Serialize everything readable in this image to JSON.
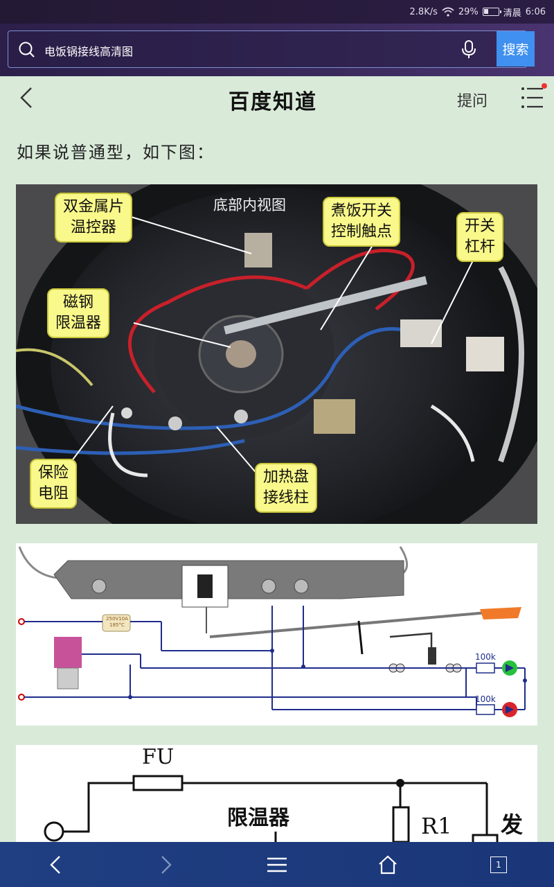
{
  "status": {
    "speed": "2.8K/s",
    "battery": "29%",
    "battery_level": 0.29,
    "time_label": "清晨",
    "time": "6:06"
  },
  "search": {
    "query": "电饭锅接线高清图",
    "button": "搜索"
  },
  "nav": {
    "brand": "百度知道",
    "ask": "提问"
  },
  "content": {
    "intro": "如果说普通型，如下图：",
    "image1": {
      "title": "底部内视图",
      "labels": {
        "bimetal": "双金属片\n温控器",
        "cook_contact": "煮饭开关\n控制触点",
        "switch_lever": "开关\n杠杆",
        "magnet": "磁钢\n限温器",
        "fuse": "保险\n电阻",
        "heater": "加热盘\n接线柱"
      }
    },
    "image2": {
      "fuse_label": "250V10A\n185°C",
      "r_top": "100k",
      "r_bottom": "100k"
    },
    "image3": {
      "fu": "FU",
      "limiter": "限温器",
      "r1": "R1",
      "fa": "发"
    }
  },
  "bottom": {
    "tabs": "1"
  },
  "colors": {
    "accent": "#3f90ef",
    "bg": "#d9ead9",
    "bottom_bar": "#1f3f82"
  }
}
